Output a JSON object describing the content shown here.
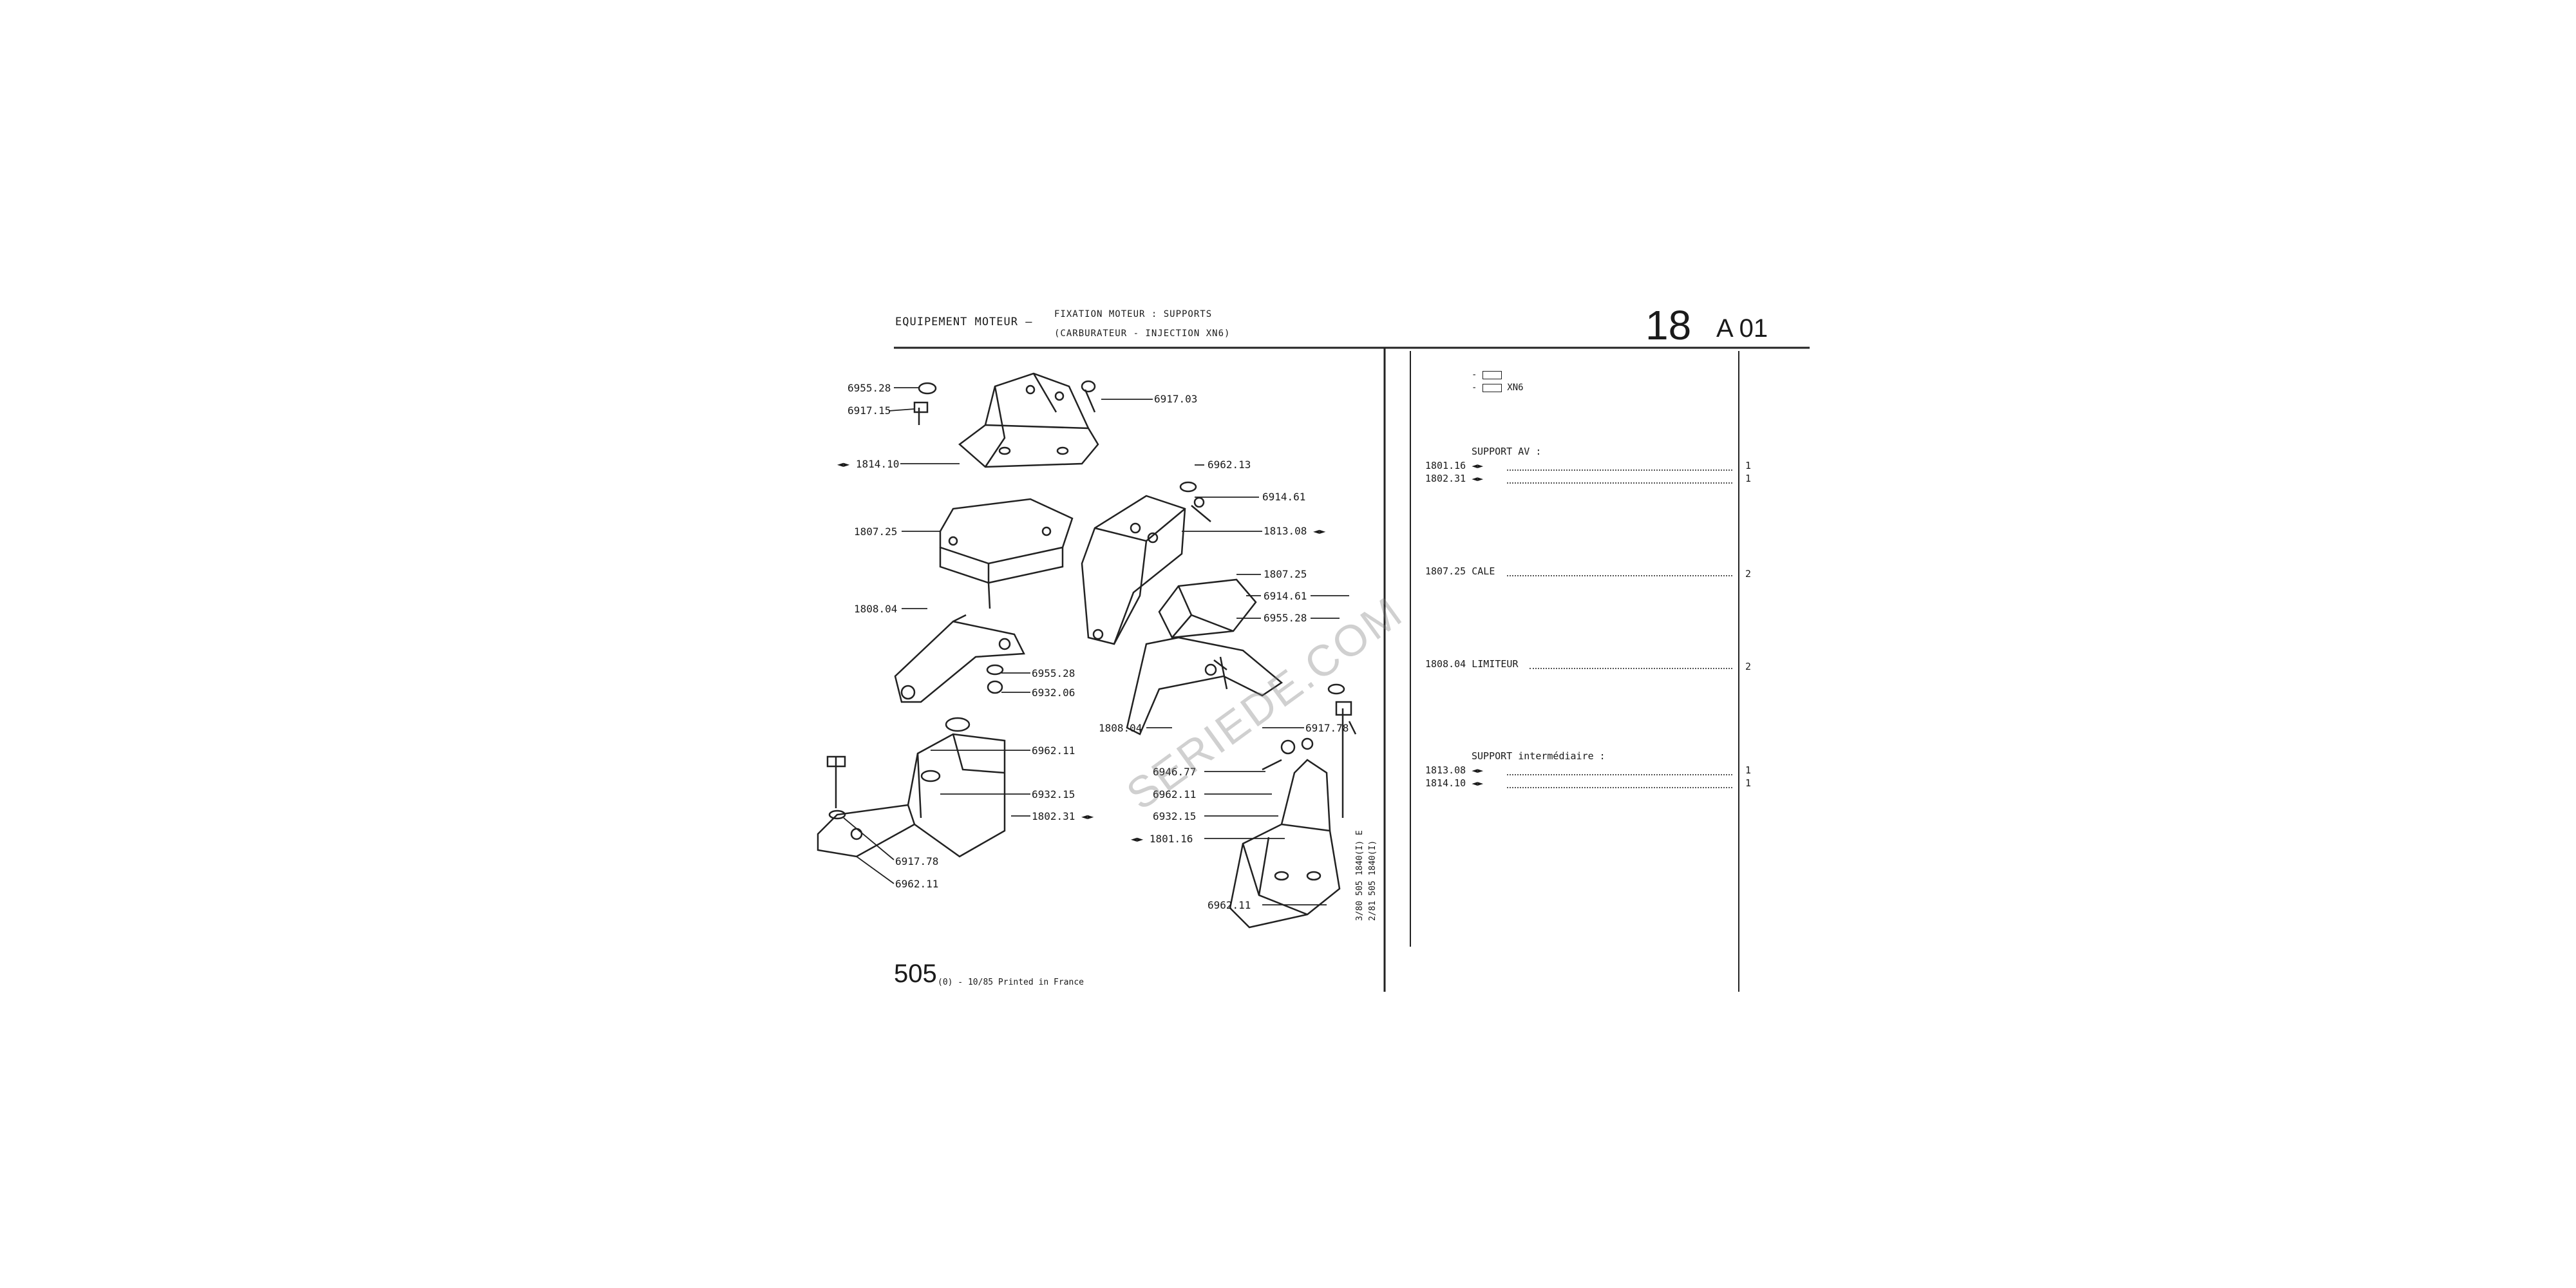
{
  "header": {
    "title": "EQUIPEMENT MOTEUR –",
    "subtitle_line1": "FIXATION MOTEUR : SUPPORTS",
    "subtitle_line2": "(CARBURATEUR - INJECTION XN6)",
    "section_number": "18",
    "section_code": "A 01"
  },
  "diagram_labels": [
    "6955.28",
    "6917.15",
    "6917.03",
    "1814.10",
    "6962.13",
    "6914.61",
    "1807.25",
    "1813.08",
    "1807.25",
    "6914.61",
    "6955.28",
    "1808.04",
    "6955.28",
    "6932.06",
    "1808.04",
    "6917.78",
    "6962.11",
    "6932.15",
    "1802.31",
    "6946.77",
    "6962.11",
    "6932.15",
    "1801.16",
    "6917.78",
    "6962.11",
    "6962.11"
  ],
  "legend": {
    "item2_label": "XN6"
  },
  "parts_list": [
    {
      "group": "SUPPORT AV :"
    },
    {
      "part": "1801.16",
      "qty": "1"
    },
    {
      "part": "1802.31",
      "qty": "1"
    },
    {
      "part": "1807.25",
      "desc": "CALE",
      "qty": "2"
    },
    {
      "part": "1808.04",
      "desc": "LIMITEUR",
      "qty": "2"
    },
    {
      "group": "SUPPORT intermédiaire :"
    },
    {
      "part": "1813.08",
      "qty": "1"
    },
    {
      "part": "1814.10",
      "qty": "1"
    }
  ],
  "side_note": {
    "line1": "3/80 505 1840(I) E",
    "line2": "2/81 505 1840(I)"
  },
  "footer": {
    "model": "505",
    "note": "(0) - 10/85 Printed in France"
  },
  "watermark": "SERIEDE.COM"
}
